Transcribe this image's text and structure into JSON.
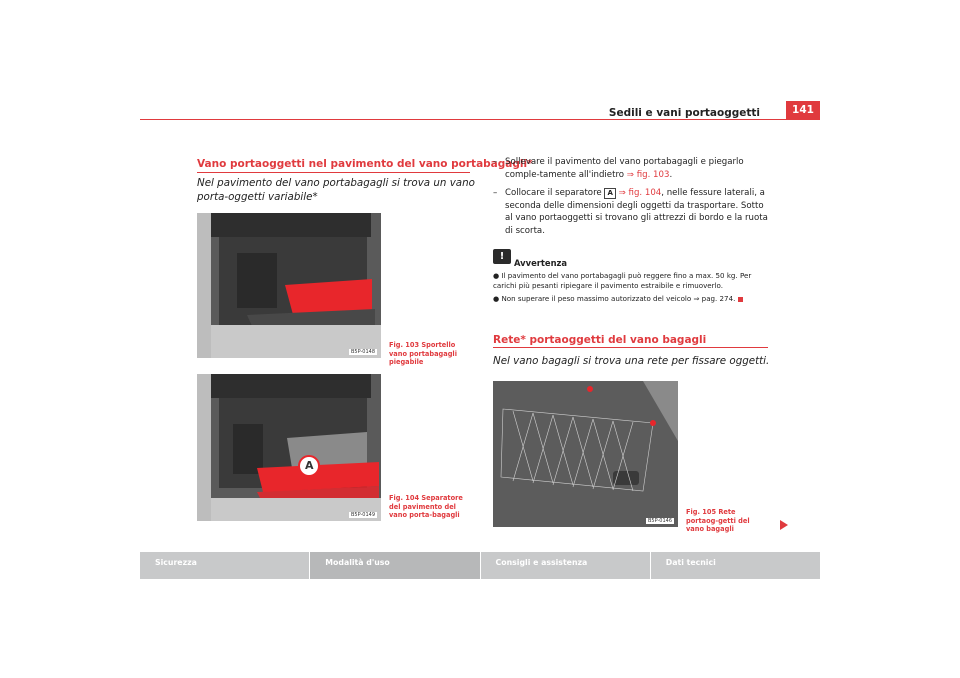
{
  "header": {
    "title": "Sedili e vani portaoggetti",
    "page_number": "141"
  },
  "left": {
    "section_title": "Vano portaoggetti nel pavimento del vano portabagagli*",
    "intro": "Nel pavimento del vano portabagagli si trova un vano porta-oggetti variabile*",
    "figure1": {
      "caption": "Fig. 103   Sportello vano portabagagli piegabile",
      "code": "B5P-0148"
    },
    "figure2": {
      "caption": "Fig. 104   Separatore del pavimento del vano porta-bagagli",
      "code": "B5P-0149",
      "label_A": "A"
    }
  },
  "right": {
    "steps": [
      {
        "dash": "–",
        "text": "Sollevare il pavimento del vano portabagagli e piegarlo comple-tamente all'indietro",
        "ref": "⇒ fig. 103",
        "after": "."
      },
      {
        "dash": "–",
        "before": "Collocare il separatore",
        "box": "A",
        "ref": "⇒ fig. 104",
        "text": ", nelle fessure laterali, a seconda delle dimensioni degli oggetti da trasportare. Sotto al vano portaoggetti si trovano gli attrezzi di bordo e la ruota di scorta."
      }
    ],
    "warning": {
      "icon": "!",
      "title": "Avvertenza",
      "items": [
        "Il pavimento del vano portabagagli può reggere fino a max. 50 kg. Per carichi più pesanti ripiegare il pavimento estraibile e rimuoverlo.",
        "Non superare il peso massimo autorizzato del veicolo ⇒ pag. 274."
      ]
    },
    "section_title": "Rete* portaoggetti del vano bagagli",
    "intro": "Nel vano bagagli si trova una rete per fissare oggetti.",
    "figure3": {
      "caption": "Fig. 105   Rete portaog-getti del vano bagagli",
      "code": "B5P-0146"
    }
  },
  "footer": {
    "tabs": [
      "Sicurezza",
      "Modalità d'uso",
      "Consigli e assistenza",
      "Dati tecnici"
    ]
  },
  "colors": {
    "accent": "#e03a3e",
    "footer_tab": "#c8c9ca"
  }
}
